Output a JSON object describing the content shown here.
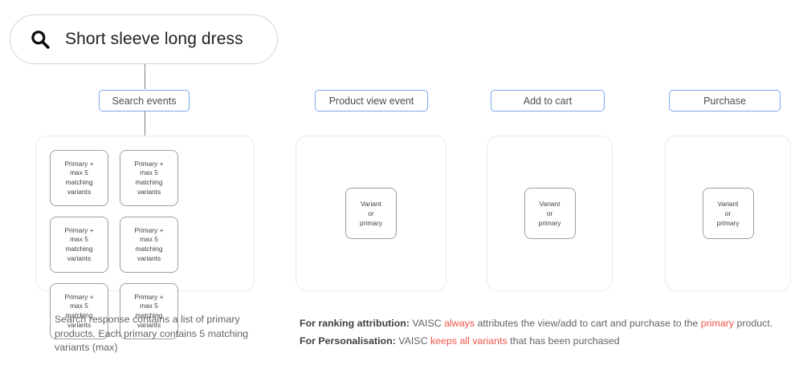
{
  "search": {
    "icon": "search-icon",
    "query": "Short sleeve long dress"
  },
  "colors": {
    "pill_border": "#7aa7f2",
    "panel_border": "#e7e9ec",
    "card_border": "#9aa0a6",
    "highlight_red": "#f2554a",
    "text_muted": "#5f6368"
  },
  "stages": [
    {
      "label": "Search events"
    },
    {
      "label": "Product view event"
    },
    {
      "label": "Add to cart"
    },
    {
      "label": "Purchase"
    }
  ],
  "search_panel": {
    "cards": [
      {
        "text": "Primary +\nmax 5\nmatching\nvariants"
      },
      {
        "text": "Primary +\nmax 5\nmatching\nvariants"
      },
      {
        "text": "Primary +\nmax 5\nmatching\nvariants"
      },
      {
        "text": "Primary +\nmax 5\nmatching\nvariants"
      },
      {
        "text": "Primary +\nmax 5\nmatching\nvariants"
      },
      {
        "text": "Primary +\nmax 5\nmatching\nvariants"
      }
    ]
  },
  "view_panel": {
    "card": {
      "text": "Variant\nor\nprimary"
    }
  },
  "cart_panel": {
    "card": {
      "text": "Variant\nor\nprimary"
    }
  },
  "purchase_panel": {
    "card": {
      "text": "Variant\nor\nprimary"
    }
  },
  "captions": {
    "left": "Search response contains a list of primary products. Each primary contains 5 matching variants (max)",
    "ranking": {
      "lede": "For ranking attribution:",
      "part1": " VAISC ",
      "highlight1": "always",
      "part2": " attributes the view/add to cart and purchase to the ",
      "highlight2": "primary",
      "part3": " product."
    },
    "personalisation": {
      "lede": "For Personalisation:",
      "part1": " VAISC ",
      "highlight1": "keeps all variants",
      "part2": " that has been purchased"
    }
  }
}
